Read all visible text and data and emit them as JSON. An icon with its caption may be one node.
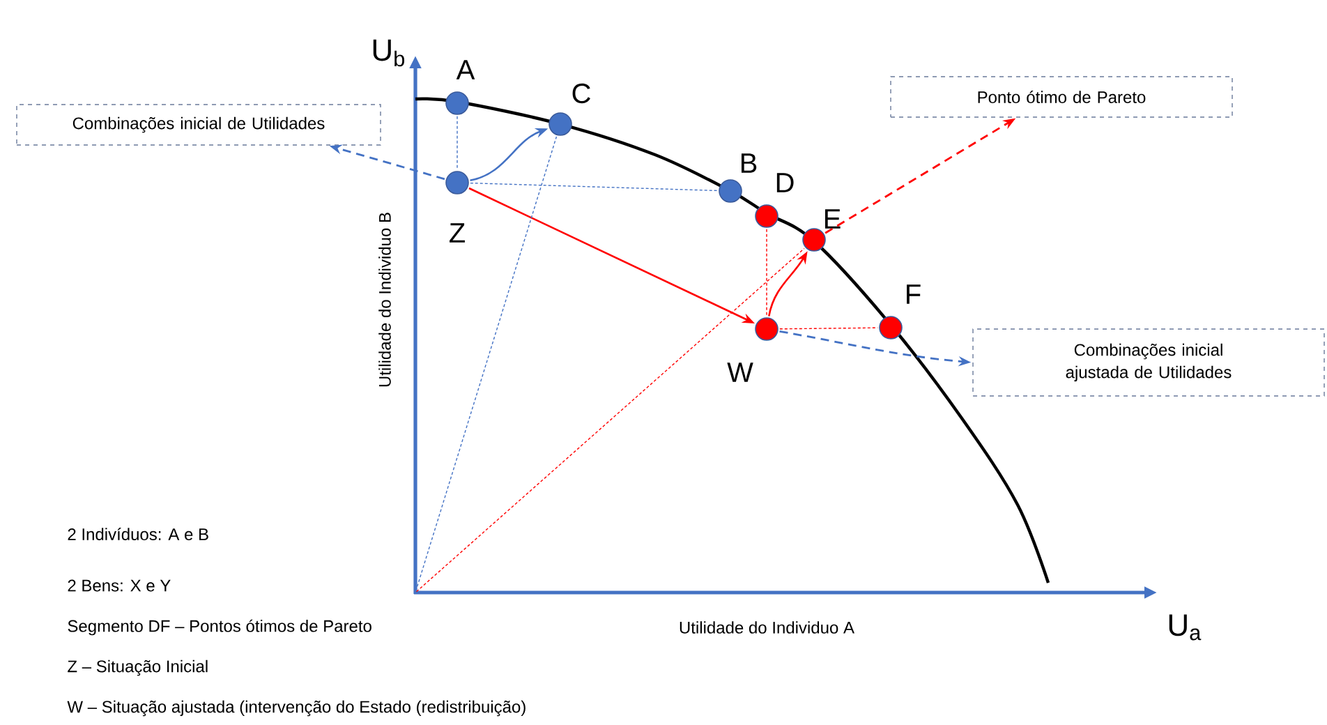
{
  "diagram": {
    "nodes": [
      {
        "text": [],
        "shape": "circle",
        "beside": [
          "A"
        ]
      },
      {
        "text": [],
        "shape": "circle",
        "beside": [
          "C"
        ]
      },
      {
        "text": [
          "Ponto ótimo de Pareto"
        ]
      },
      {
        "text": [
          "Combinações inicial de Utilidades"
        ]
      },
      {
        "text": [],
        "shape": "circle",
        "beside": [
          "Z"
        ]
      },
      {
        "text": [],
        "shape": "circle",
        "beside": [
          "B"
        ]
      },
      {
        "text": [],
        "shape": "circle",
        "beside": [
          "D"
        ]
      },
      {
        "text": [],
        "shape": "circle",
        "beside": [
          "E"
        ]
      },
      {
        "text": [],
        "shape": "circle",
        "beside": [
          "F"
        ]
      },
      {
        "text": [],
        "shape": "circle",
        "beside": [
          "W"
        ]
      },
      {
        "text": [
          "Combinações inicial ajustada de Utilidades"
        ]
      }
    ],
    "edges": [
      {
        "from": 4,
        "to": 1,
        "arrow": "to",
        "color": "#4472c4"
      },
      {
        "from": 4,
        "to": 3,
        "arrow": "to",
        "style": "dashed",
        "color": "#4472c4"
      },
      {
        "from": 4,
        "to": 9,
        "arrow": "to",
        "color": "#ff0000"
      },
      {
        "from": 9,
        "to": 7,
        "arrow": "to",
        "color": "#ff0000"
      },
      {
        "from": 7,
        "to": 2,
        "arrow": "to",
        "style": "dashed",
        "color": "#ff0000"
      },
      {
        "from": 9,
        "to": 10,
        "arrow": "to",
        "style": "dashed",
        "color": "#4472c4"
      },
      {
        "from": 0,
        "to": 4,
        "arrow": "none",
        "style": "dashed",
        "color": "#4472c4"
      },
      {
        "from": 4,
        "to": 5,
        "arrow": "none",
        "style": "dashed",
        "color": "#4472c4"
      },
      {
        "from": null,
        "to": 1,
        "arrow": "none",
        "style": "dashed",
        "color": "#4472c4"
      },
      {
        "from": null,
        "to": 7,
        "arrow": "none",
        "style": "dashed",
        "color": "#ff0000"
      },
      {
        "from": 6,
        "to": 9,
        "arrow": "none",
        "style": "dashed",
        "color": "#ff0000"
      },
      {
        "from": 9,
        "to": 8,
        "arrow": "none",
        "style": "dashed",
        "color": "#ff0000"
      }
    ],
    "labels": [
      "U$_{b}$",
      "Utilidade do Individuo B",
      "Utilidade do Individuo A",
      "U$_{a}$",
      "2 Indivíduos: A e B",
      "2 Bens: X e Y",
      "Segmento DF – Pontos ótimos de Pareto",
      "Z – Situação Inicial",
      "W – Situação ajustada (intervenção do Estado (redistribuição)"
    ]
  }
}
